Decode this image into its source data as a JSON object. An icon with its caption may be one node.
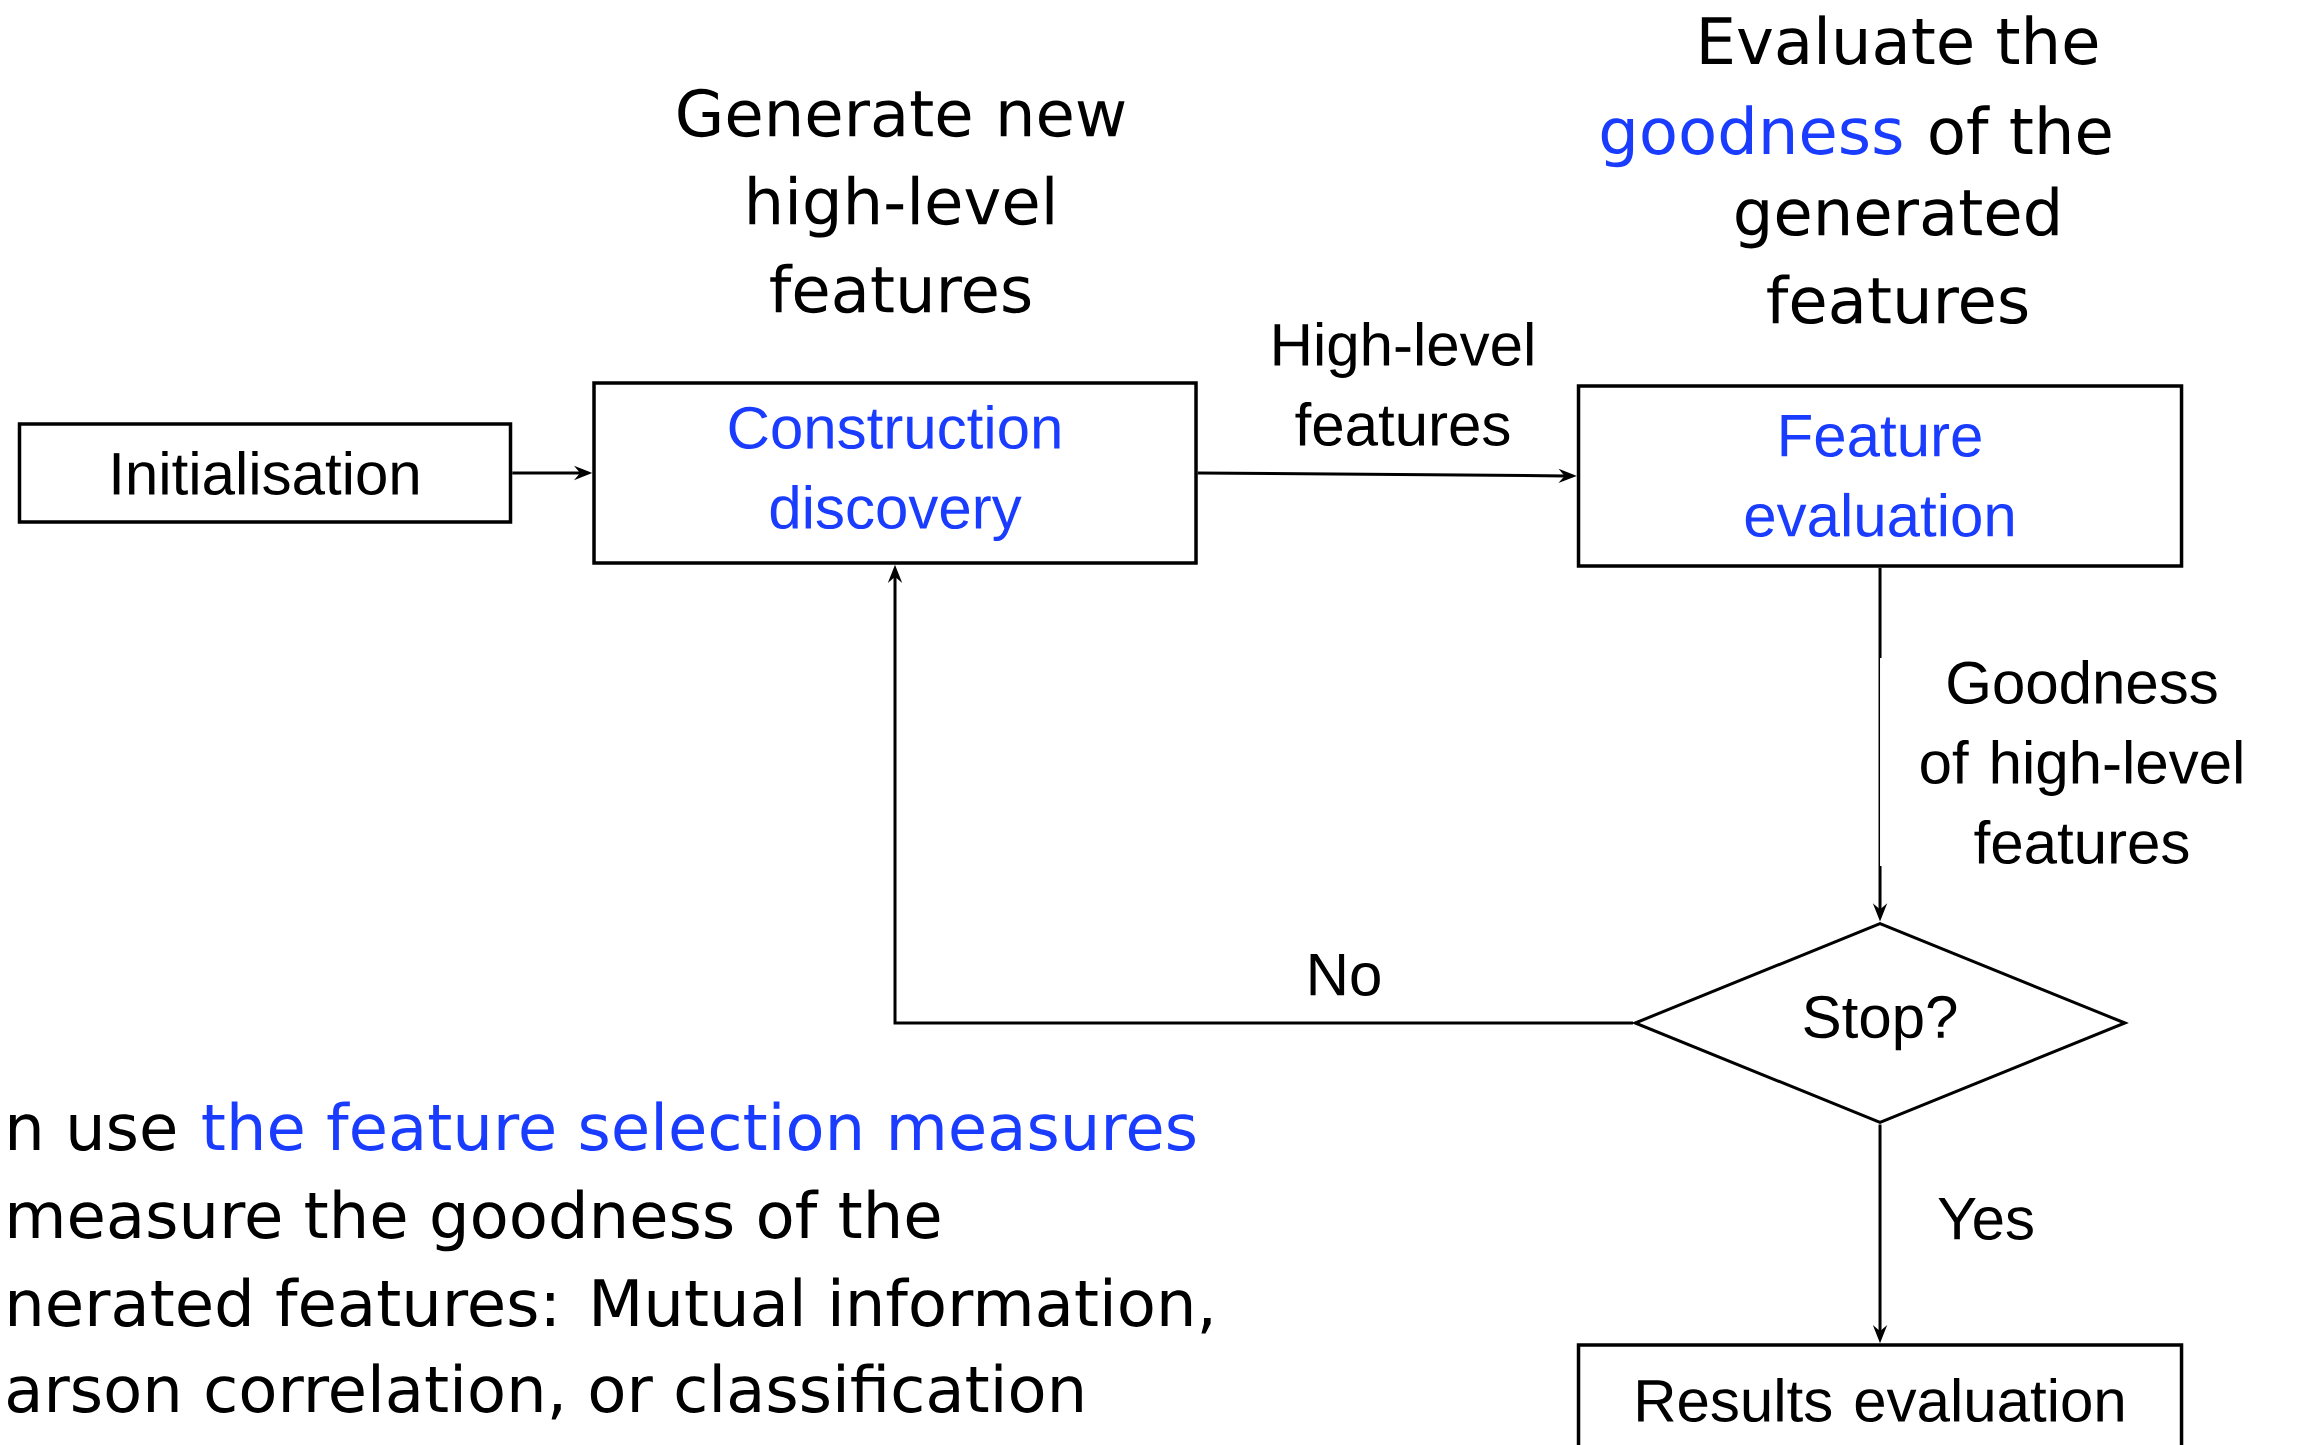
{
  "diagram": {
    "nodes": [
      {
        "text": [
          "Initialisation"
        ]
      },
      {
        "text": [
          "Construction discovery"
        ],
        "beside": [
          "Generate new high-level features"
        ]
      },
      {
        "text": [
          "Feature evaluation"
        ],
        "beside": [
          "Evaluate the",
          "goodness",
          "of the",
          "generated features"
        ]
      },
      {
        "text": [
          "Stop?"
        ]
      },
      {
        "text": [
          "Results evaluation"
        ]
      }
    ],
    "edges": [
      {
        "from": 0,
        "to": 1,
        "arrow": "to"
      },
      {
        "from": 1,
        "to": 2,
        "arrow": "to",
        "label": "High-level features"
      },
      {
        "from": 2,
        "to": 3,
        "arrow": "to",
        "label": "Goodness of high-level features"
      },
      {
        "from": 3,
        "to": 1,
        "arrow": "to",
        "label": "No"
      },
      {
        "from": 3,
        "to": 4,
        "arrow": "to",
        "label": "Yes"
      }
    ],
    "labels": [
      "n use",
      "the feature selection measures",
      "measure the goodness of the",
      "nerated features: Mutual information,",
      "arson correlation, or classification"
    ]
  }
}
